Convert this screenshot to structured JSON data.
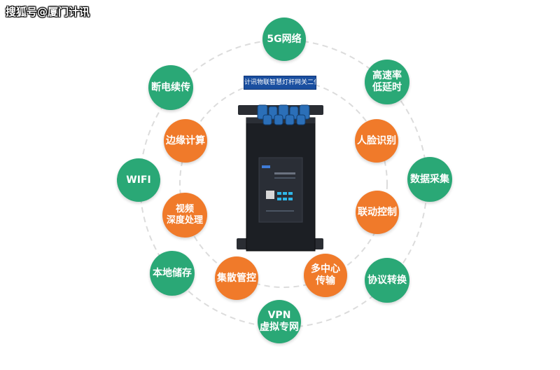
{
  "watermark": "搜狐号@厦门计讯",
  "device_label": "计讯物联智慧灯杆网关二代",
  "outer_nodes": [
    {
      "id": "5g",
      "label": "5G网络"
    },
    {
      "id": "low-latency",
      "label": "高速率\n低延时"
    },
    {
      "id": "data-collect",
      "label": "数据采集"
    },
    {
      "id": "protocol",
      "label": "协议转换"
    },
    {
      "id": "vpn",
      "label": "VPN\n虚拟专网"
    },
    {
      "id": "local-storage",
      "label": "本地储存"
    },
    {
      "id": "wifi",
      "label": "WIFI"
    },
    {
      "id": "resume",
      "label": "断电续传"
    }
  ],
  "inner_nodes": [
    {
      "id": "face",
      "label": "人脸识别"
    },
    {
      "id": "linkage",
      "label": "联动控制"
    },
    {
      "id": "multi-center",
      "label": "多中心\n传输"
    },
    {
      "id": "cluster",
      "label": "集散管控"
    },
    {
      "id": "video",
      "label": "视频\n深度处理"
    },
    {
      "id": "edge",
      "label": "边缘计算"
    }
  ],
  "colors": {
    "green": "#2aa876",
    "orange": "#f07a2a",
    "dash": "#d9d9d9",
    "device": "#1c1f24"
  }
}
